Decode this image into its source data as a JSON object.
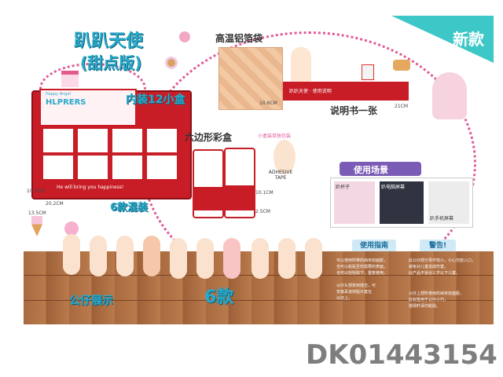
{
  "poster": {
    "title_line1": "趴趴天使",
    "title_line2": "(甜点版)",
    "badge_new": "新款",
    "inner_pack": "内装12小盒",
    "six_styles_mixed": "6款混装",
    "hexagon_box": "六边形彩盒",
    "foil_bag": "高温铝箔袋",
    "manual_one": "说明书一张",
    "usage_scene": "使用场景",
    "usage_guide": "使用指南",
    "warning": "警告!",
    "display_title": "公仔展示",
    "six_models": "6款",
    "adhesive_tape": "ADHESIVE TAPE",
    "tiny_hex_label": "小盒装单独包装",
    "brand_label": "HLPRERS",
    "brand_sub": "Happy Angel",
    "slogan": "He will bring you happiness!",
    "scene_labels": [
      "趴杯子",
      "趴电脑屏幕",
      "趴手机屏幕"
    ],
    "dims": {
      "box_w": "10.7CM",
      "box_d": "20.2CM",
      "box_h": "13.5CM",
      "hex_h": "10.1CM",
      "hex_w": "2.5CM",
      "manual_h": "10.6CM",
      "manual_w": "21CM"
    },
    "manual_strip_text": "趴趴天使 · 使用说明",
    "text_right_1": "可以使用附带的纳米双面胶，\n也可以粘贴至你需要的表面，\n也可以轻轻取下，重复使用。",
    "text_right_2": "公仔头部受到撞击，可\n安装耳道刻贴片套在\n公仔上。",
    "text_right_3": "此公仔部分零件较小，小心勿放入口，\n避免对儿童造成伤害。\n此产品不适合三岁以下儿童。",
    "text_bottom": "公仔上部所使用的纳米双面胶，\n此标签用于公仔小巧，\n摇晃时请勿粘贴。",
    "sku": "DK01443154"
  }
}
